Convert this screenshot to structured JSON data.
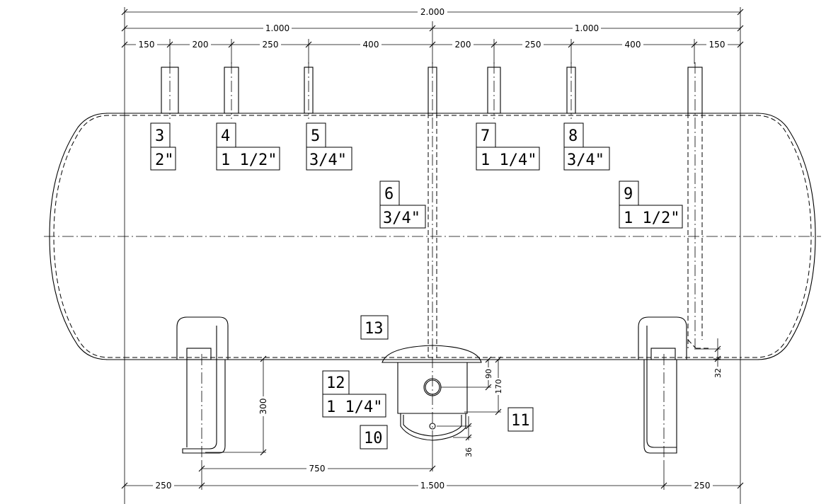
{
  "dimensions": {
    "overall": "2.000",
    "half_left": "1.000",
    "half_right": "1.000",
    "spacing": [
      "150",
      "200",
      "250",
      "400",
      "200",
      "250",
      "400",
      "150"
    ],
    "bottom_left": "250",
    "bottom_middle": "1.500",
    "bottom_right": "250",
    "support_offset": "750",
    "support_height": "300",
    "sump_90": "90",
    "sump_170": "170",
    "sump_36": "36",
    "nozzle_32": "32"
  },
  "nozzles": [
    {
      "number": "3",
      "size": "2\""
    },
    {
      "number": "4",
      "size": "1 1/2\""
    },
    {
      "number": "5",
      "size": "3/4\""
    },
    {
      "number": "6",
      "size": "3/4\""
    },
    {
      "number": "7",
      "size": "1 1/4\""
    },
    {
      "number": "8",
      "size": "3/4\""
    },
    {
      "number": "9",
      "size": "1 1/2\""
    },
    {
      "number": "12",
      "size": "1 1/4\""
    }
  ],
  "marks": {
    "sump_tag": "10",
    "drain_tag": "11",
    "shell_tag": "13"
  }
}
